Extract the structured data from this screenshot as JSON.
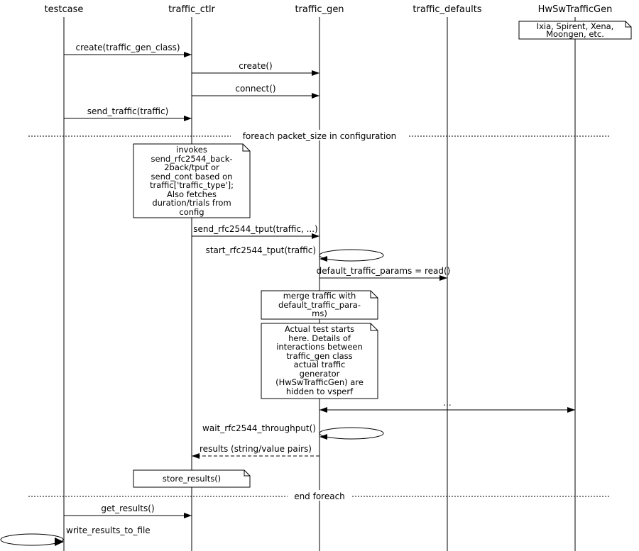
{
  "lifelines": [
    {
      "label": "testcase"
    },
    {
      "label": "traffic_ctlr"
    },
    {
      "label": "traffic_gen"
    },
    {
      "label": "traffic_defaults"
    },
    {
      "label": "HwSwTrafficGen"
    }
  ],
  "hw_note": {
    "line1": "Ixia, Spirent, Xena,",
    "line2": "Moongen, etc."
  },
  "messages": {
    "create_class": "create(traffic_gen_class)",
    "create": "create()",
    "connect": "connect()",
    "send_traffic": "send_traffic(traffic)",
    "send_rfc2544_tput": "send_rfc2544_tput(traffic, ...)",
    "start_rfc2544_tput": "start_rfc2544_tput(traffic)",
    "default_params": "default_traffic_params = read()",
    "ellipsis": "...",
    "wait": "wait_rfc2544_throughput()",
    "results": "results (string/value pairs)",
    "get_results": "get_results()",
    "write_results": "write_results_to_file"
  },
  "dividers": {
    "foreach": "foreach packet_size in configuration",
    "end_foreach": "end foreach"
  },
  "notes": {
    "invokes": [
      "invokes",
      "send_rfc2544_back-",
      "2back/tput or",
      "send_cont based on",
      "traffic['traffic_type'];",
      "Also fetches",
      "duration/trials from",
      "config"
    ],
    "merge": [
      "merge traffic with",
      "default_traffic_para-",
      "ms)"
    ],
    "actual_test": [
      "Actual test starts",
      "here. Details of",
      "interactions between",
      "traffic_gen class",
      "actual traffic",
      "generator",
      "(HwSwTrafficGen) are",
      "hidden to vsperf"
    ],
    "store": [
      "store_results()"
    ]
  }
}
